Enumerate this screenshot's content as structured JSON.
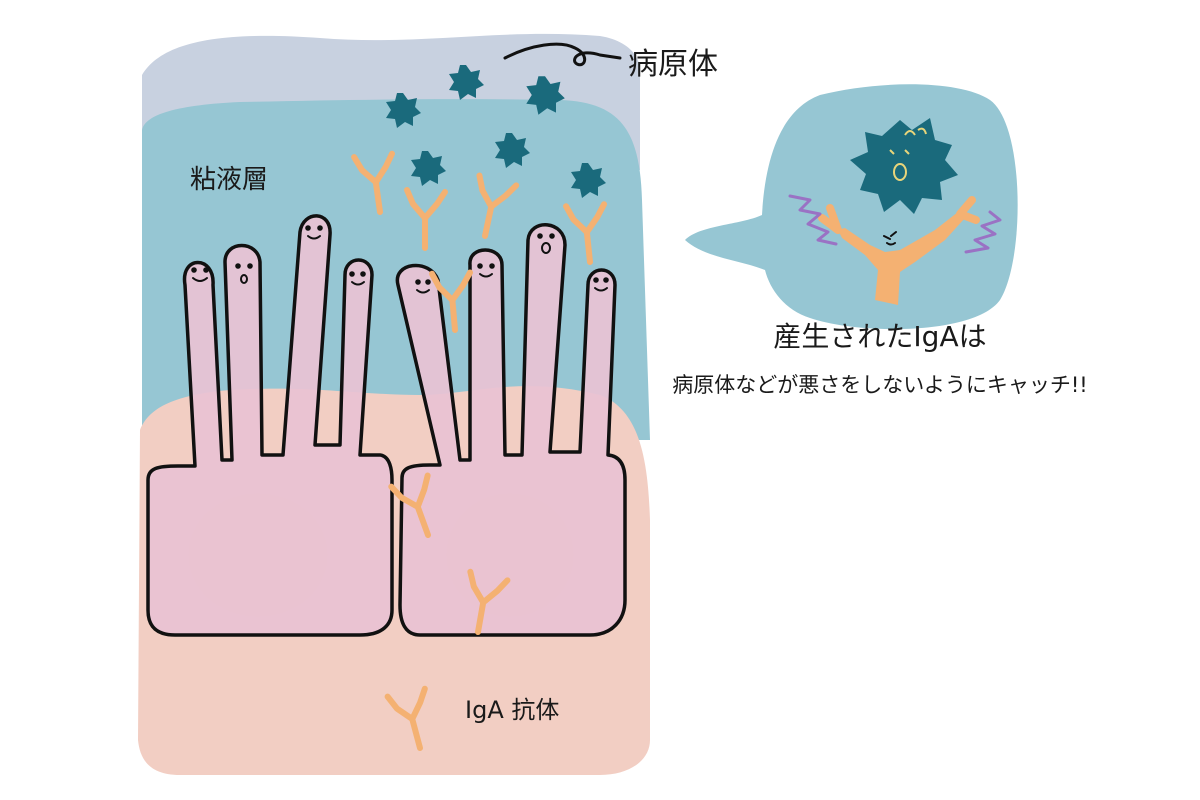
{
  "labels": {
    "pathogen": "病原体",
    "mucus_layer": "粘液層",
    "iga_antibody": "IgA 抗体",
    "caption_line1": "産生されたIgAは",
    "caption_line2": "病原体などが悪さをしないようにキャッチ!!"
  },
  "colors": {
    "outer_mucus": "#c8d1e0",
    "mucus": "#96c6d3",
    "tissue": "#f2cec3",
    "cell": "#e9c2d4",
    "nucleus": "#f2cdb5",
    "antibody": "#f4b172",
    "pathogen": "#1a6a7c",
    "wave": "#9a72c4",
    "outline": "#111111"
  },
  "icons": [
    "pathogen-icon",
    "iga-antibody-icon",
    "speech-bubble"
  ]
}
